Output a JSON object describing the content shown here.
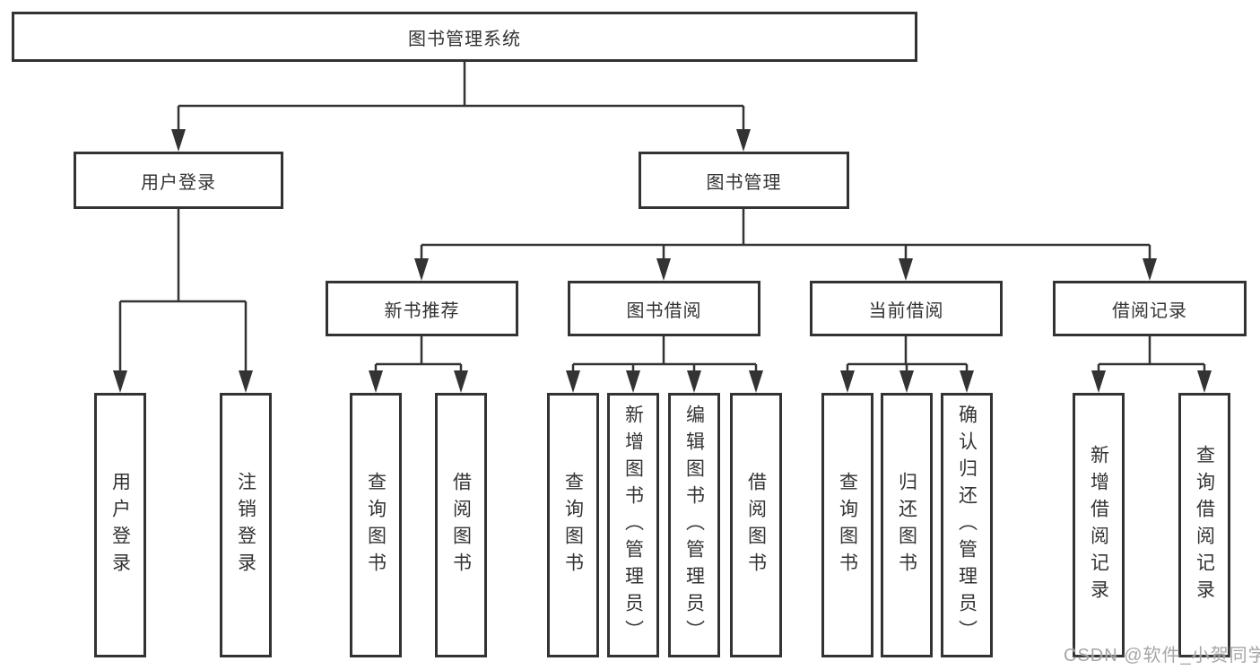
{
  "tree": {
    "label": "图书管理系统",
    "children": [
      {
        "label": "用户登录",
        "children": [
          {
            "label": "用户登录"
          },
          {
            "label": "注销登录"
          }
        ]
      },
      {
        "label": "图书管理",
        "children": [
          {
            "label": "新书推荐",
            "children": [
              {
                "label": "查询图书"
              },
              {
                "label": "借阅图书"
              }
            ]
          },
          {
            "label": "图书借阅",
            "children": [
              {
                "label": "查询图书"
              },
              {
                "label": "新增图书（管理员）"
              },
              {
                "label": "编辑图书（管理员）"
              },
              {
                "label": "借阅图书"
              }
            ]
          },
          {
            "label": "当前借阅",
            "children": [
              {
                "label": "查询图书"
              },
              {
                "label": "归还图书"
              },
              {
                "label": "确认归还（管理员）"
              }
            ]
          },
          {
            "label": "借阅记录",
            "children": [
              {
                "label": "新增借阅记录"
              },
              {
                "label": "查询借阅记录"
              }
            ]
          }
        ]
      }
    ]
  },
  "watermark": {
    "text": "CSDN @软件_小贺同学"
  },
  "colors": {
    "line": "#333333",
    "box_border": "#333333",
    "text": "#333333",
    "background": "#ffffff",
    "watermark": "#9e9e9e"
  }
}
